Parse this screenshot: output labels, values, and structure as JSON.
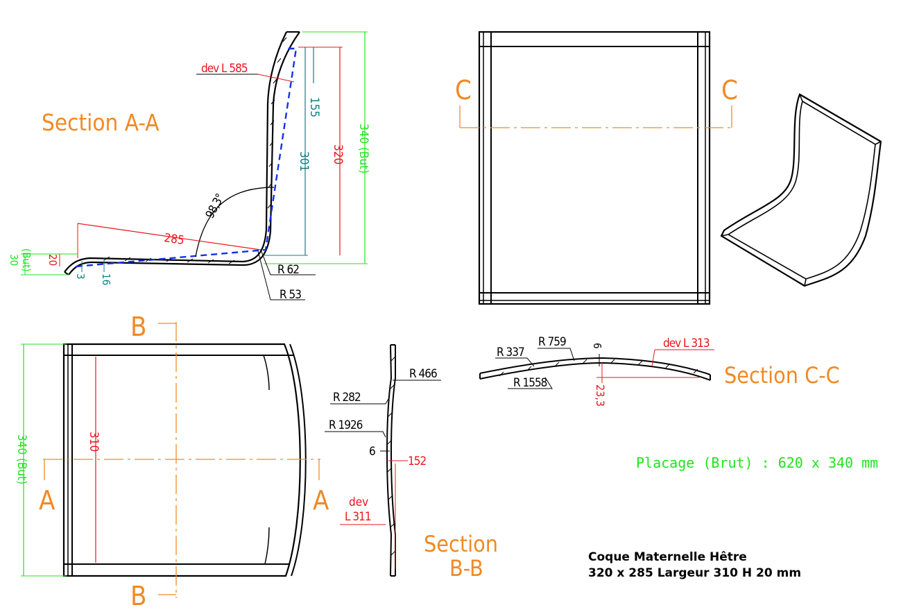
{
  "labels": {
    "section_aa": "Section A-A",
    "section_bb_1": "Section",
    "section_bb_2": "B-B",
    "section_cc": "Section C-C",
    "marker_a": "A",
    "marker_b": "B",
    "marker_c": "C"
  },
  "dims_aa": {
    "dev": "dev L 585",
    "d155": "155",
    "d301": "301",
    "d320": "320",
    "d340": "340 (But)",
    "angle": "98,3°",
    "d285": "285",
    "d30_a": "30",
    "d30_b": "(But)",
    "d20": "20",
    "d3": "3",
    "d16": "16",
    "r62": "R 62",
    "r53": "R 53"
  },
  "dims_bb": {
    "r466": "R 466",
    "r282": "R 282",
    "r1926": "R 1926",
    "t6": "6",
    "d152": "152",
    "dev_1": "dev",
    "dev_2": "L 311",
    "d310": "310",
    "d340": "340 (But)"
  },
  "dims_cc": {
    "r759": "R 759",
    "r337": "R 337",
    "t6": "6",
    "dev": "dev L 313",
    "r1558": "R 1558",
    "d233": "23,3"
  },
  "veneer": "Placage (Brut) : 620 x 340 mm",
  "caption": {
    "line1": "Coque Maternelle Hêtre",
    "line2": "320 x 285 Largeur 310 H 20 mm"
  },
  "colors": {
    "labels": "#f08a24",
    "dimensions": "#e8141c",
    "raw_dimensions": "#1fe31f",
    "secondary_dimensions": "#0a8080",
    "outline": "#1431e6",
    "lines": "#000000"
  }
}
